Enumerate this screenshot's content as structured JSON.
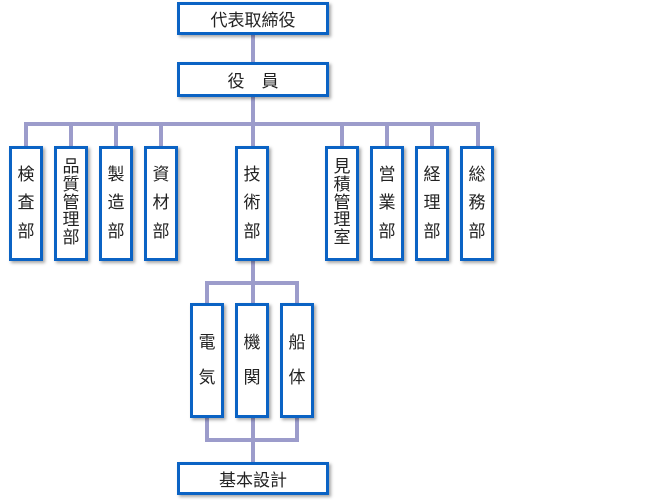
{
  "top": {
    "label": "代表取締役"
  },
  "officers": {
    "label": "役　員"
  },
  "departments": [
    {
      "label": "検査部"
    },
    {
      "label": "品質管理部"
    },
    {
      "label": "製造部"
    },
    {
      "label": "資材部"
    },
    {
      "label": "技術部"
    },
    {
      "label": "見積管理室"
    },
    {
      "label": "営業部"
    },
    {
      "label": "経理部"
    },
    {
      "label": "総務部"
    }
  ],
  "tech_sections": [
    {
      "label": "電気"
    },
    {
      "label": "機関"
    },
    {
      "label": "船体"
    }
  ],
  "basic_design": {
    "label": "基本設計"
  },
  "colors": {
    "border": "#0b63c4",
    "connector": "#9c9ccb"
  }
}
